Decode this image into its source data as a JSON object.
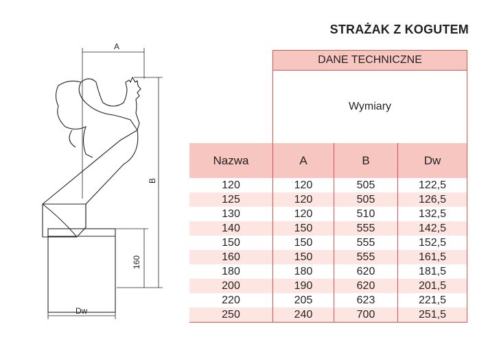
{
  "title": "STRAŻAK Z KOGUTEM",
  "drawing": {
    "label_a": "A",
    "label_b": "B",
    "label_160": "160",
    "label_dw": "Dw"
  },
  "table": {
    "header_tech": "DANE TECHNICZNE",
    "header_dims": "Wymiary",
    "columns": [
      "Nazwa",
      "A",
      "B",
      "Dw"
    ],
    "rows": [
      [
        "120",
        "120",
        "505",
        "122,5"
      ],
      [
        "125",
        "120",
        "505",
        "126,5"
      ],
      [
        "130",
        "120",
        "510",
        "132,5"
      ],
      [
        "140",
        "150",
        "555",
        "142,5"
      ],
      [
        "150",
        "150",
        "555",
        "152,5"
      ],
      [
        "160",
        "150",
        "555",
        "161,5"
      ],
      [
        "180",
        "180",
        "620",
        "181,5"
      ],
      [
        "200",
        "190",
        "620",
        "201,5"
      ],
      [
        "220",
        "205",
        "623",
        "221,5"
      ],
      [
        "250",
        "240",
        "700",
        "251,5"
      ]
    ]
  }
}
